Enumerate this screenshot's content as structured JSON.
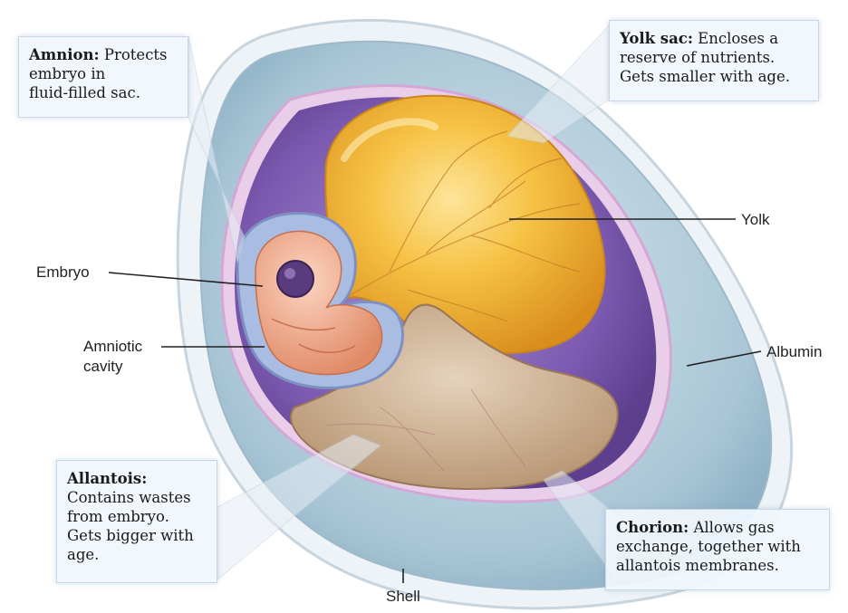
{
  "diagram": {
    "callouts": {
      "amnion": {
        "term": "Amnion:",
        "lines": [
          " Protects",
          "embryo in",
          "fluid-filled sac."
        ]
      },
      "yolk_sac": {
        "term": "Yolk sac:",
        "lines": [
          " Encloses a",
          "reserve of nutrients.",
          "Gets smaller with age."
        ]
      },
      "allantois": {
        "term": "Allantois:",
        "lines": [
          "Contains wastes",
          "from embryo.",
          "Gets bigger with",
          "age."
        ]
      },
      "chorion": {
        "term": "Chorion:",
        "lines": [
          " Allows gas",
          "exchange, together with",
          "allantois membranes."
        ]
      }
    },
    "labels": {
      "embryo": "Embryo",
      "amniotic_cavity_1": "Amniotic",
      "amniotic_cavity_2": "cavity",
      "yolk": "Yolk",
      "albumin": "Albumin",
      "shell": "Shell"
    },
    "colors": {
      "shell": "#dfe8f0",
      "albumin": "#b9d2de",
      "chorion": "#e8c6e8",
      "membrane_purple": "#6e4c9a",
      "yolk": "#f2b230",
      "allantois": "#c8a888",
      "embryo": "#f0a886",
      "amnion": "#9db1d8"
    }
  }
}
